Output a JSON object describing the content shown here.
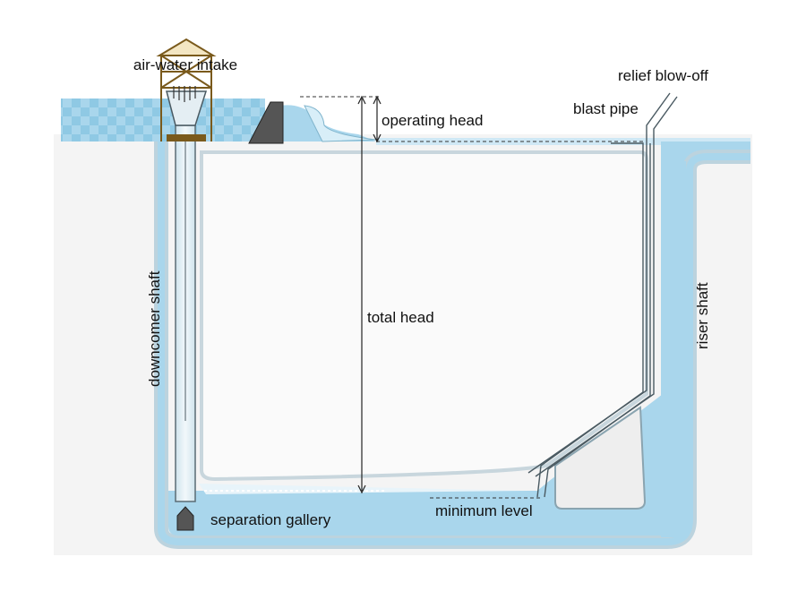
{
  "diagram": {
    "labels": {
      "air_water_intake": "air-water intake",
      "relief_blow_off": "relief blow-off",
      "blast_pipe": "blast pipe",
      "operating_head": "operating head",
      "total_head": "total head",
      "downcomer_shaft": "downcomer shaft",
      "riser_shaft": "riser shaft",
      "separation_gallery": "separation gallery",
      "minimum_level": "minimum level"
    }
  }
}
